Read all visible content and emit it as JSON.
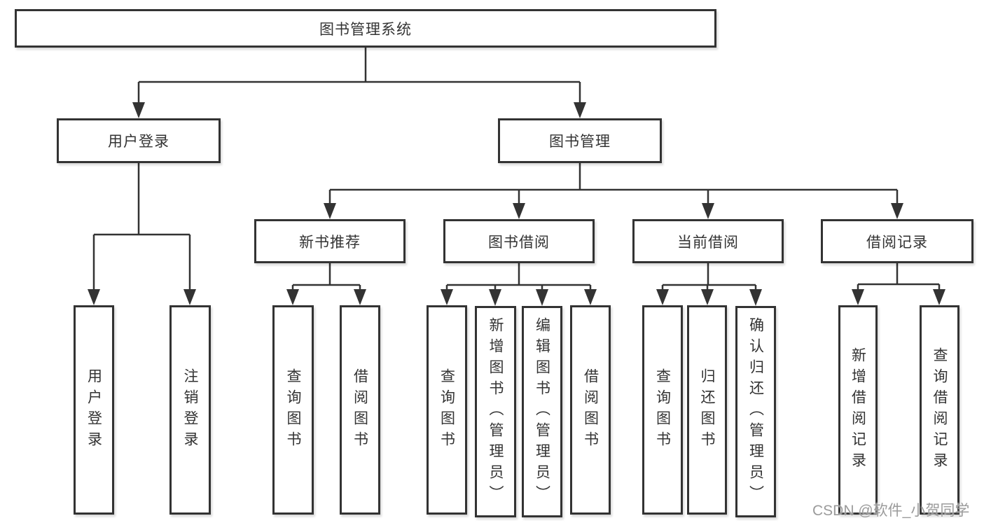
{
  "colors": {
    "line": "#333333",
    "box_border": "#333333",
    "text": "#333333",
    "background": "#ffffff",
    "watermark": "#9b9b9b"
  },
  "diagram": {
    "root": "图书管理系统",
    "level2": {
      "user_login": "用户登录",
      "book_management": "图书管理"
    },
    "level3": {
      "new_book_recommend": "新书推荐",
      "book_borrowing": "图书借阅",
      "current_borrowing": "当前借阅",
      "borrowing_records": "借阅记录"
    },
    "level4": {
      "user_login": "用户登录",
      "logout": "注销登录",
      "nb_query_books": "查询图书",
      "nb_borrow_books": "借阅图书",
      "bb_query_books": "查询图书",
      "bb_add_books_admin": "新增图书（管理员）",
      "bb_edit_books_admin": "编辑图书（管理员）",
      "bb_borrow_books": "借阅图书",
      "cb_query_books": "查询图书",
      "cb_return_books": "归还图书",
      "cb_confirm_return_admin": "确认归还（管理员）",
      "br_add_record": "新增借阅记录",
      "br_query_record": "查询借阅记录"
    }
  },
  "watermark": "CSDN @软件_小贺同学"
}
